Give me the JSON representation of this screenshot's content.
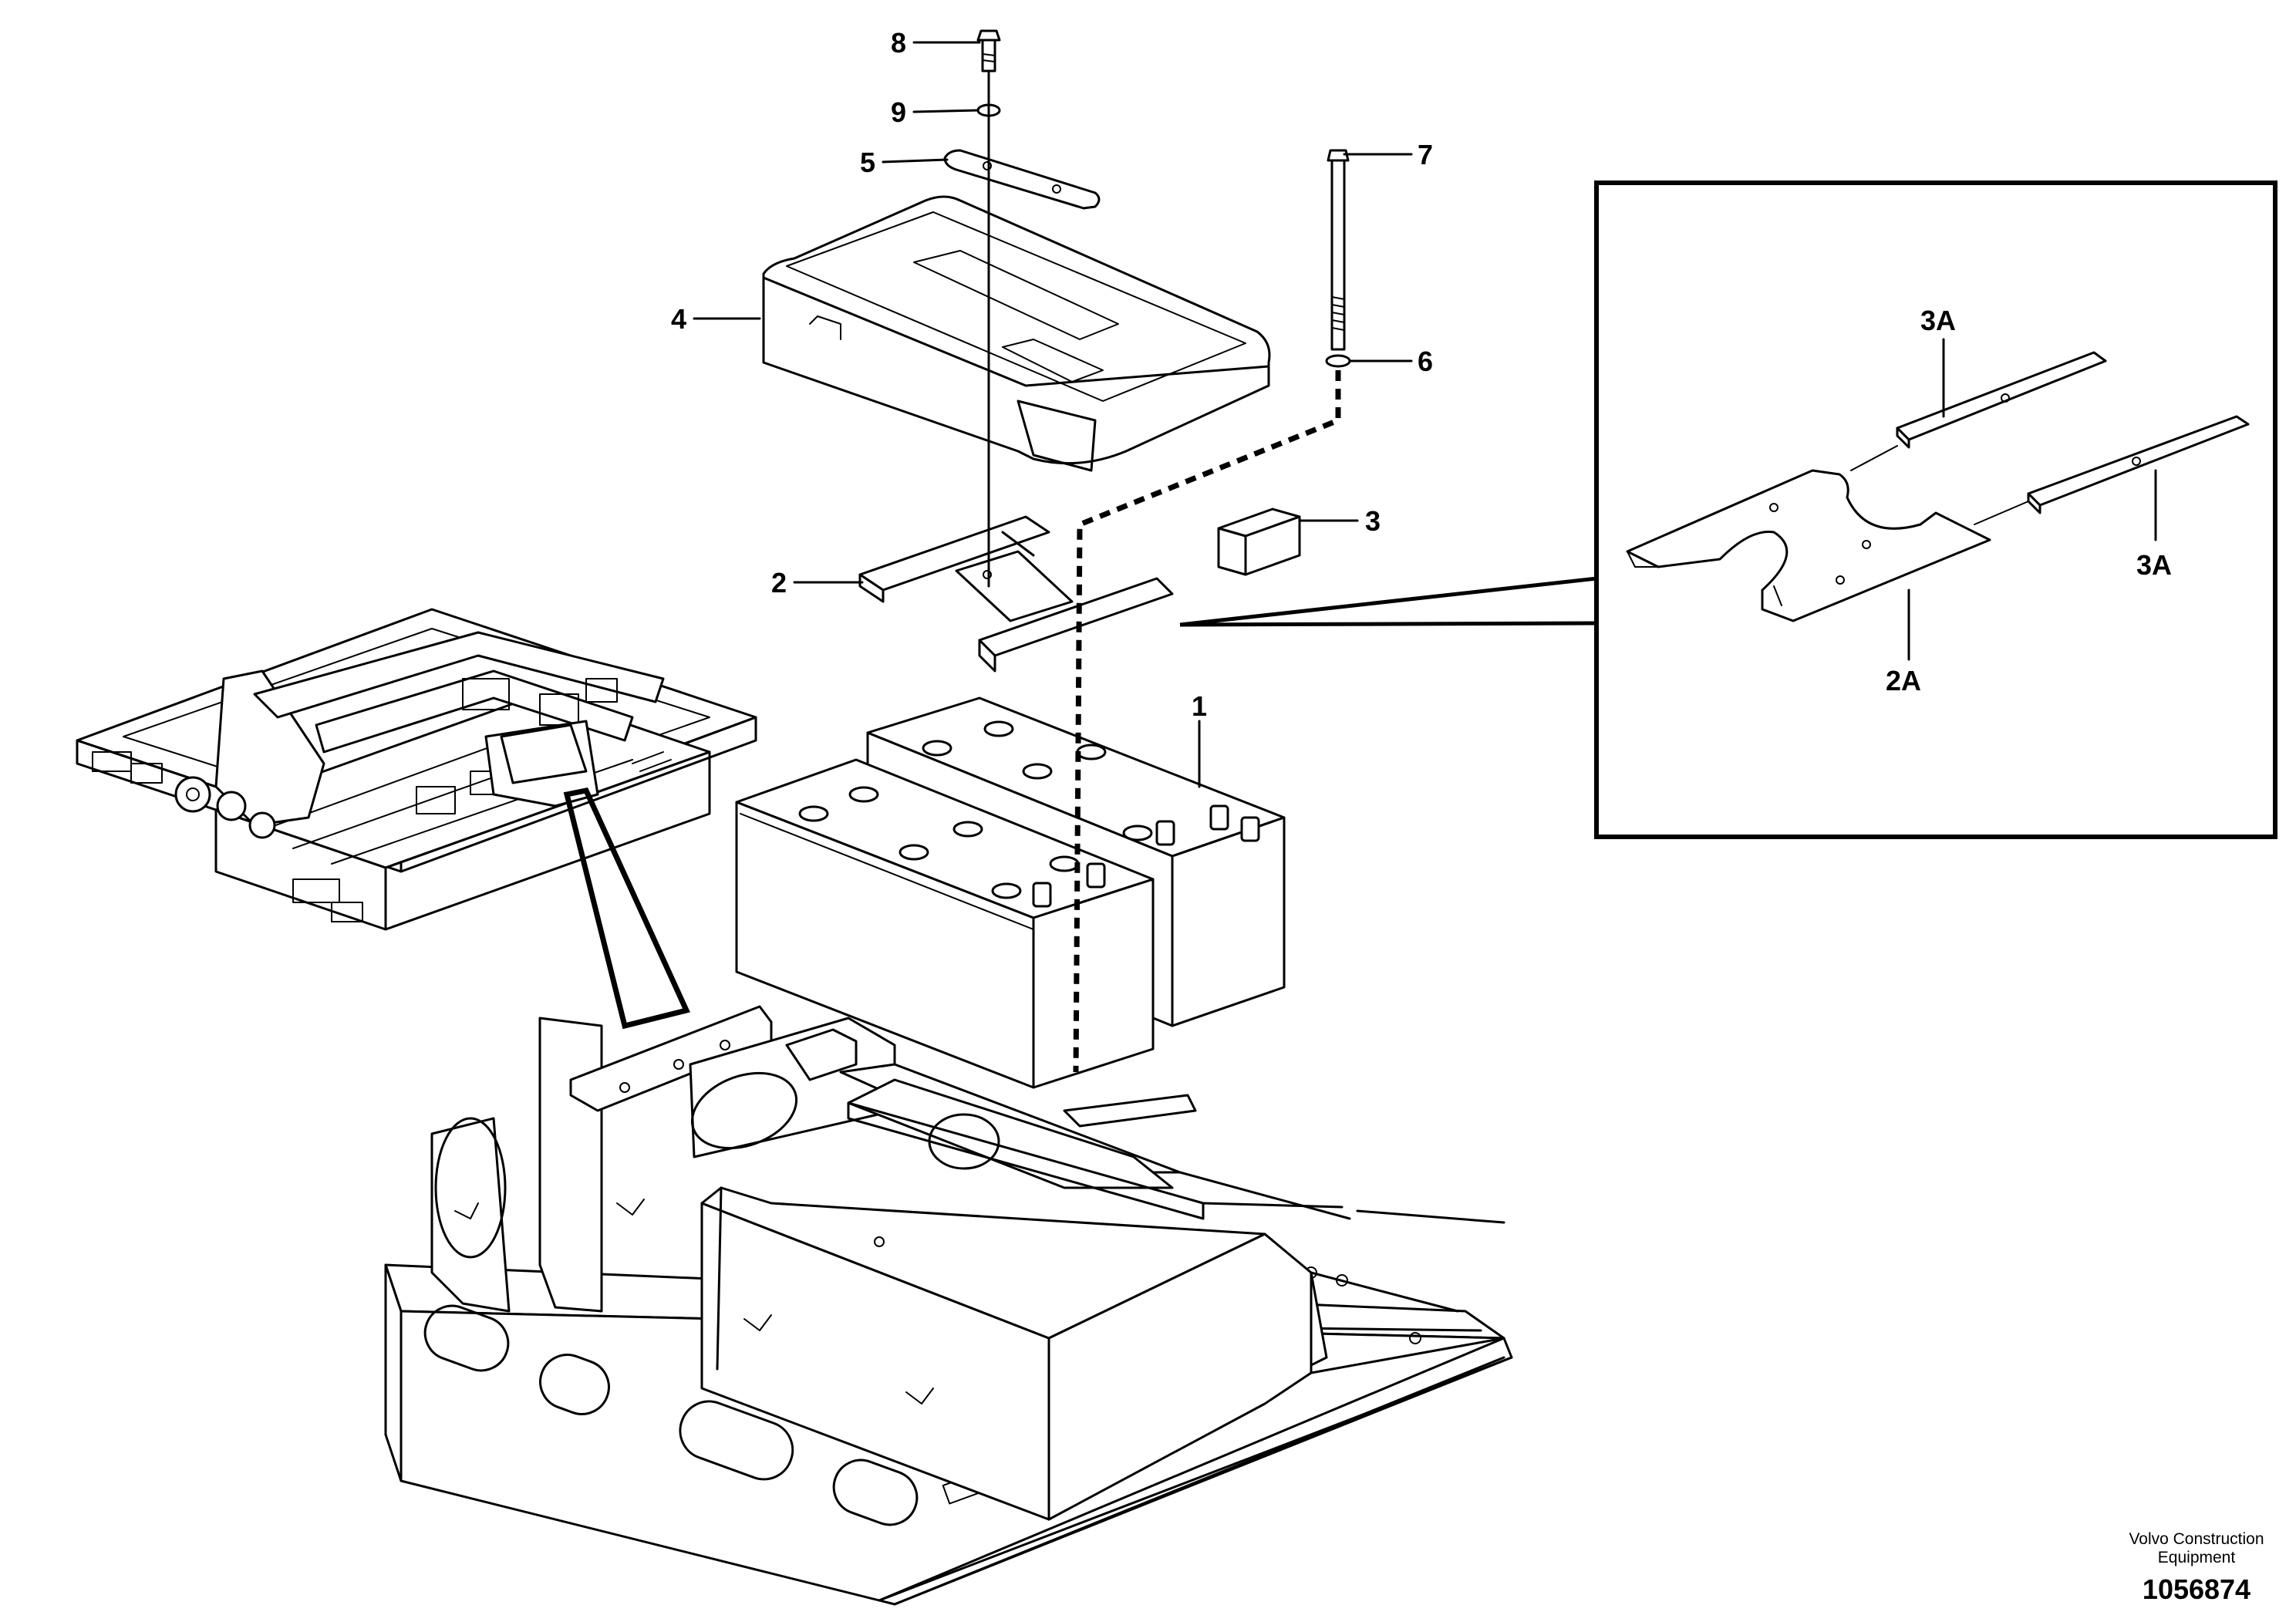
{
  "callouts": {
    "c1": "1",
    "c2": "2",
    "c3": "3",
    "c4": "4",
    "c5": "5",
    "c6": "6",
    "c7": "7",
    "c8": "8",
    "c9": "9"
  },
  "detail": {
    "label_3a_top": "3A",
    "label_3a_right": "3A",
    "label_2a": "2A"
  },
  "footer": {
    "brand_line1": "Volvo Construction",
    "brand_line2": "Equipment",
    "drawing_number": "1056874"
  }
}
